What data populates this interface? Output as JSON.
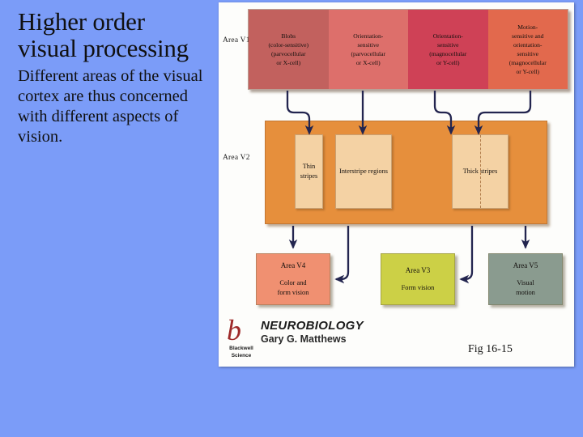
{
  "slide": {
    "background_color": "#7b9cf8",
    "title": "Higher order visual processing",
    "body": "Different areas of the visual cortex are thus concerned with different aspects of vision.",
    "caption": "Fig 16-15"
  },
  "figure": {
    "panel_background": "#fdfdfb",
    "area_v1_label": "Area V1",
    "area_v2_label": "Area V2",
    "v1_cells": [
      {
        "name": "blobs",
        "lines": [
          "Blobs",
          "(color-sensitive)",
          "(parvocellular",
          "or X-cell)"
        ],
        "color": "#c2615e"
      },
      {
        "name": "orientation-parvo",
        "lines": [
          "Orientation-",
          "sensitive",
          "(parvocellular",
          "or X-cell)"
        ],
        "color": "#dd6f6b"
      },
      {
        "name": "orientation-magno",
        "lines": [
          "Orientation-",
          "sensitive",
          "(magnocellular",
          "or Y-cell)"
        ],
        "color": "#cf4156"
      },
      {
        "name": "motion-orientation-magno",
        "lines": [
          "Motion-",
          "sensitive and",
          "orientation-",
          "sensitive",
          "(magnocellular",
          "or Y-cell)"
        ],
        "color": "#e2694d"
      }
    ],
    "v2": {
      "background_color": "#e68f3c",
      "stripe_box_color": "#f4d2a4",
      "boxes": [
        {
          "name": "thin-stripes",
          "lines": [
            "Thin",
            "stripes"
          ]
        },
        {
          "name": "interstripe",
          "lines": [
            "Interstripe",
            "regions"
          ]
        },
        {
          "name": "thick-stripes",
          "lines": [
            "Thick",
            "stripes"
          ]
        }
      ]
    },
    "areas": [
      {
        "name": "area-v4",
        "title": "Area V4",
        "subtitle_lines": [
          "Color and",
          "form vision"
        ],
        "color": "#f09071"
      },
      {
        "name": "area-v3",
        "title": "Area V3",
        "subtitle_lines": [
          "Form vision"
        ],
        "color": "#ccd046"
      },
      {
        "name": "area-v5",
        "title": "Area V5",
        "subtitle_lines": [
          "Visual",
          "motion"
        ],
        "color": "#8a9b8f"
      }
    ],
    "publisher": {
      "logo_glyph": "b",
      "logo_color": "#9e2a2a",
      "imprint_line1": "Blackwell",
      "imprint_line2": "Science",
      "book_title": "NEUROBIOLOGY",
      "author": "Gary G. Matthews"
    }
  }
}
